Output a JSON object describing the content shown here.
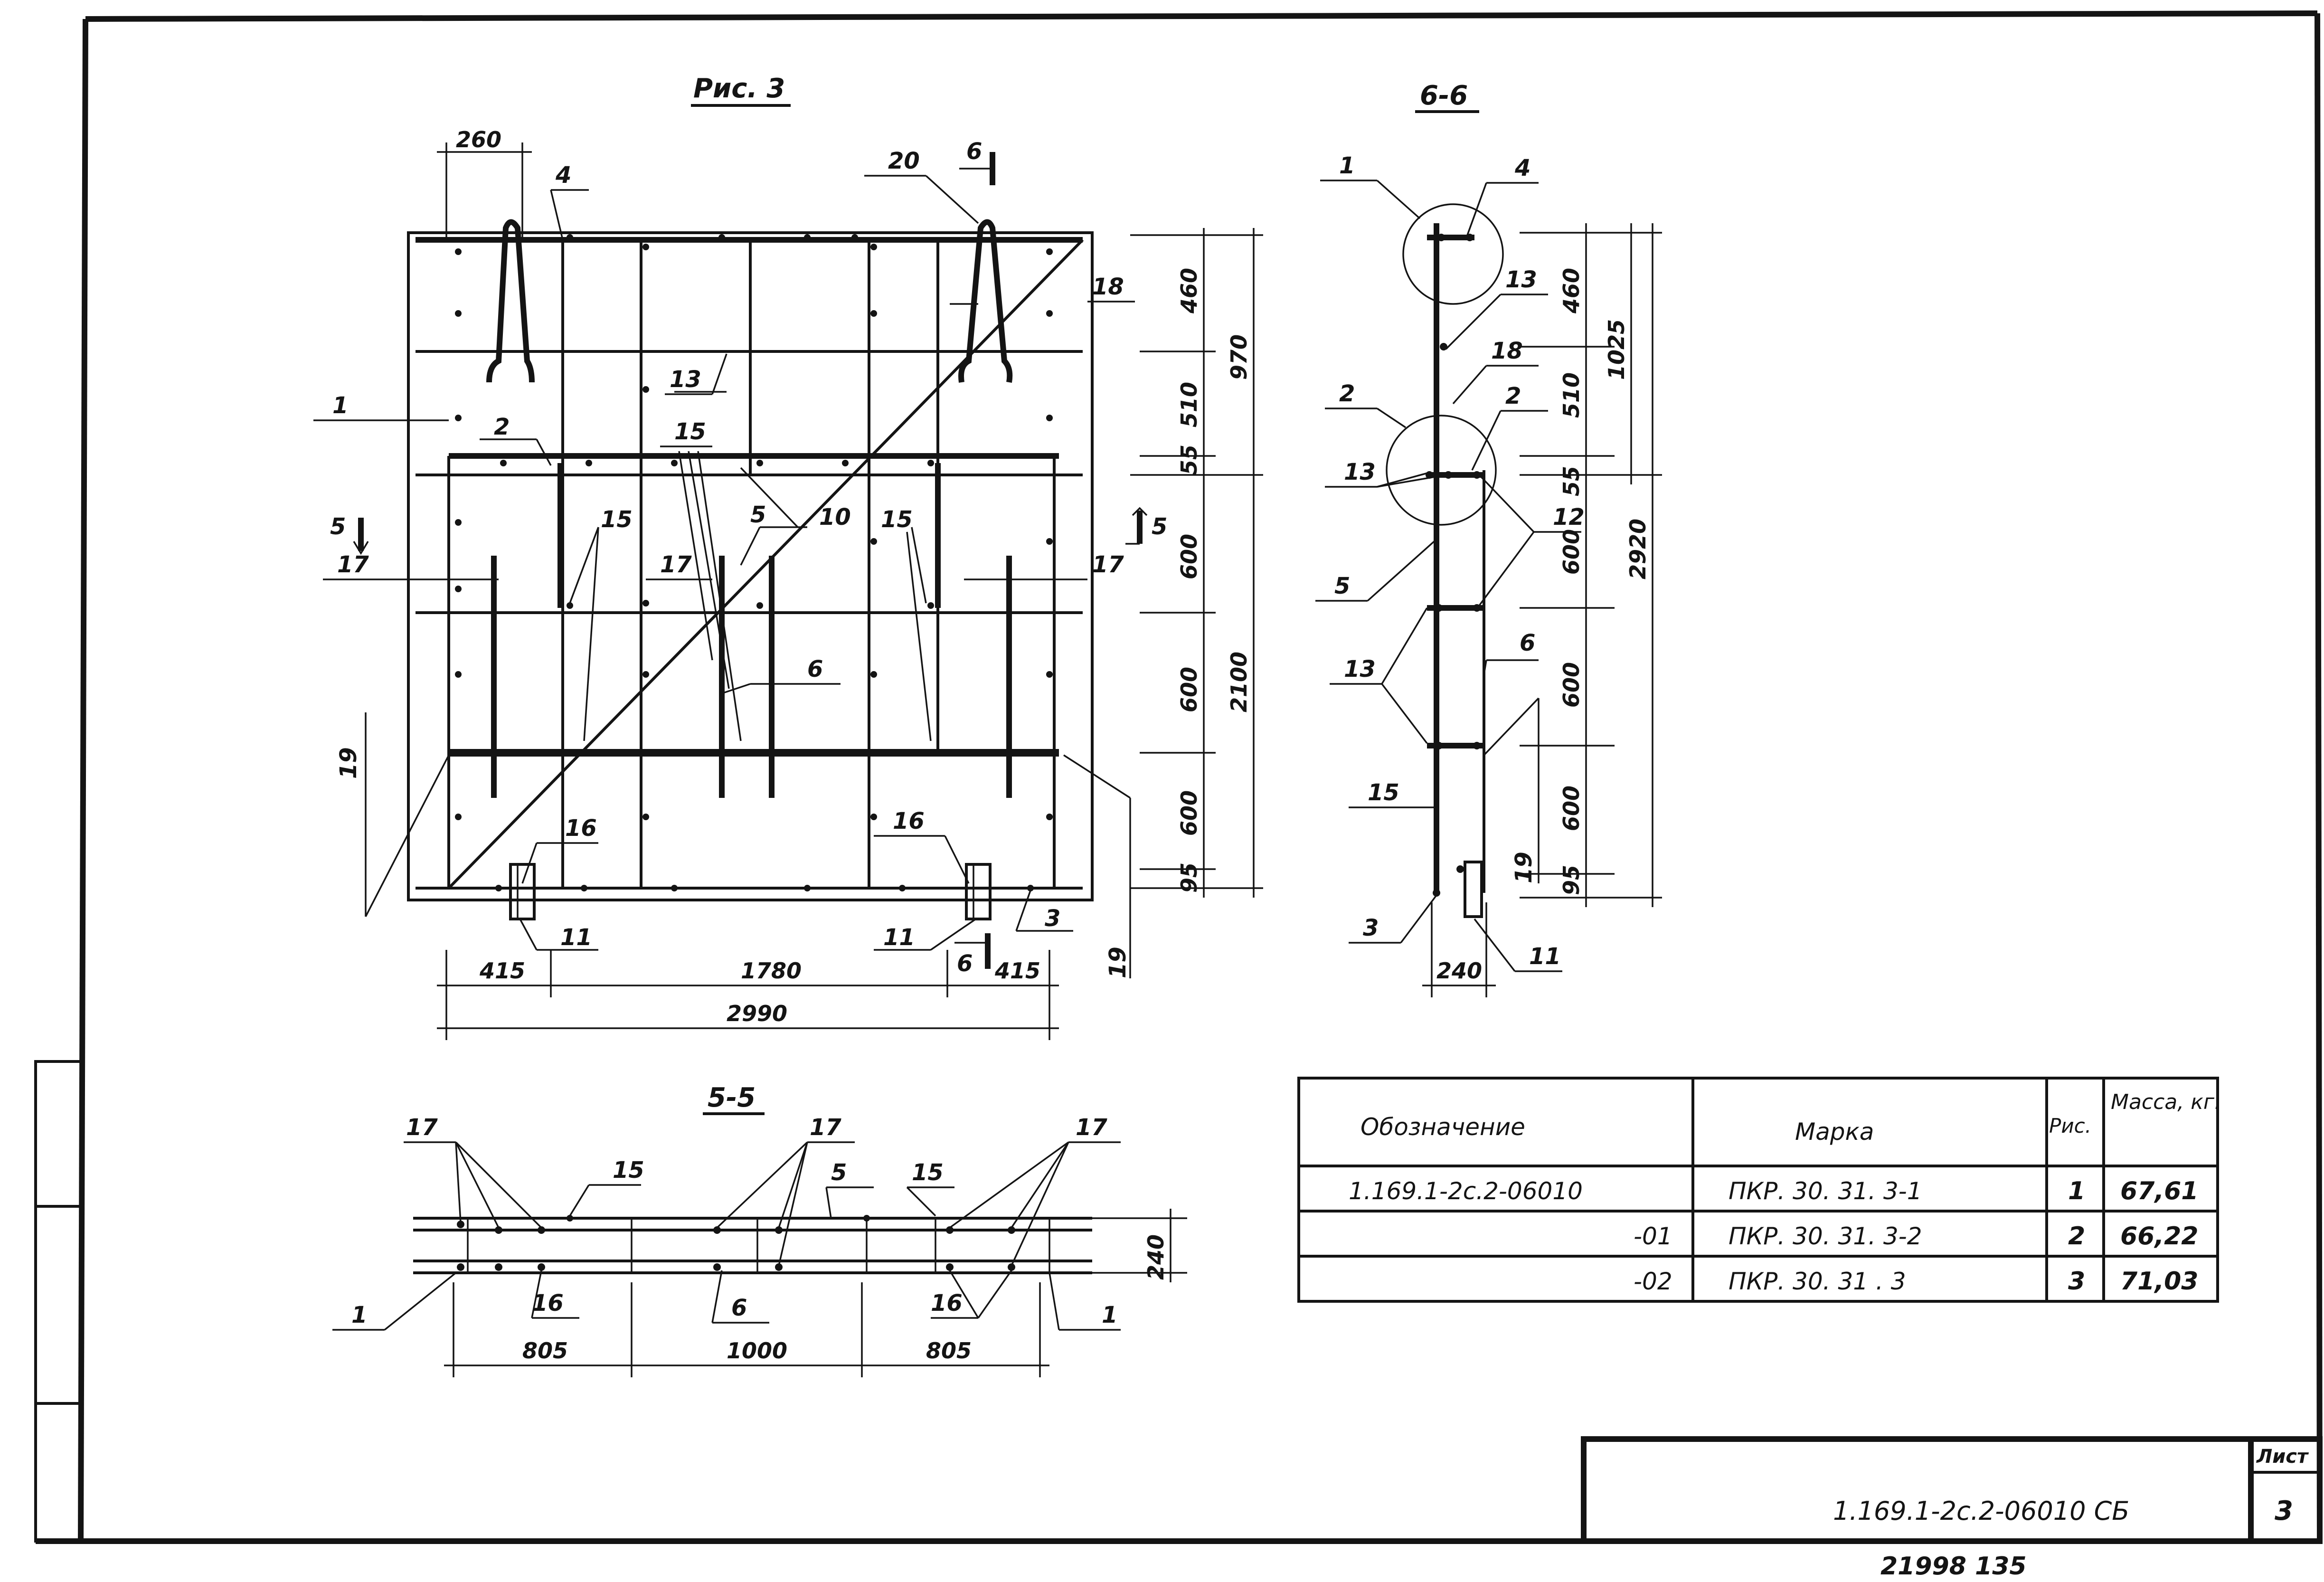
{
  "drawing": {
    "views": {
      "fig3_title": "Рис. 3",
      "section_66_title": "6-6",
      "section_55_title": "5-5"
    },
    "fig3": {
      "callouts": {
        "c1": "1",
        "c2": "2",
        "c3": "3",
        "c4": "4",
        "c5": "5",
        "c6": "6",
        "c10": "10",
        "c11a": "11",
        "c11b": "11",
        "c13": "13",
        "c15a": "15",
        "c15b": "15",
        "c15c": "15",
        "c16a": "16",
        "c16b": "16",
        "c17a": "17",
        "c17b": "17",
        "c17c": "17",
        "c18": "18",
        "c19a": "19",
        "c19b": "19",
        "c20": "20"
      },
      "section_marks": {
        "cut5_left": "5",
        "cut5_right": "5",
        "cut6_top": "6",
        "cut6_bottom": "6"
      },
      "dims": {
        "top_260": "260",
        "right_460": "460",
        "right_510": "510",
        "right_55": "55",
        "right_600a": "600",
        "right_600b": "600",
        "right_600c": "600",
        "right_95": "95",
        "right_970": "970",
        "right_2100": "2100",
        "bottom_415a": "415",
        "bottom_1780": "1780",
        "bottom_415b": "415",
        "bottom_2990": "2990"
      }
    },
    "section66": {
      "callouts": {
        "c1": "1",
        "c4": "4",
        "c13a": "13",
        "c18": "18",
        "c2a": "2",
        "c2b": "2",
        "c13b": "13",
        "c5": "5",
        "c12": "12",
        "c13c": "13",
        "c6": "6",
        "c15": "15",
        "c19": "19",
        "c3": "3",
        "c11": "11"
      },
      "dims": {
        "d460": "460",
        "d510": "510",
        "d55": "55",
        "d600a": "600",
        "d600b": "600",
        "d600c": "600",
        "d95": "95",
        "d1025": "1025",
        "d2920": "2920",
        "d240": "240"
      }
    },
    "section55": {
      "callouts": {
        "c17a": "17",
        "c17b": "17",
        "c17c": "17",
        "c15a": "15",
        "c5": "5",
        "c15b": "15",
        "c1a": "1",
        "c16a": "16",
        "c6": "6",
        "c16b": "16",
        "c1b": "1"
      },
      "dims": {
        "d240": "240",
        "d805a": "805",
        "d1000": "1000",
        "d805b": "805"
      }
    }
  },
  "spec_table": {
    "headers": {
      "designation": "Обозначение",
      "mark": "Марка",
      "fig": "Рис.",
      "mass": "Масса, кг."
    },
    "rows": [
      {
        "designation": "1.169.1-2с.2-06010",
        "mark": "ПКР. 30. 31. 3-1",
        "fig": "1",
        "mass": "67,61"
      },
      {
        "designation": "-01",
        "mark": "ПКР. 30. 31. 3-2",
        "fig": "2",
        "mass": "66,22"
      },
      {
        "designation": "-02",
        "mark": "ПКР. 30. 31 . 3",
        "fig": "3",
        "mass": "71,03"
      }
    ]
  },
  "title_block": {
    "code": "1.169.1-2с.2-06010 СБ",
    "sheet_label": "Лист",
    "sheet_number": "3",
    "inventory": "21998 135"
  }
}
